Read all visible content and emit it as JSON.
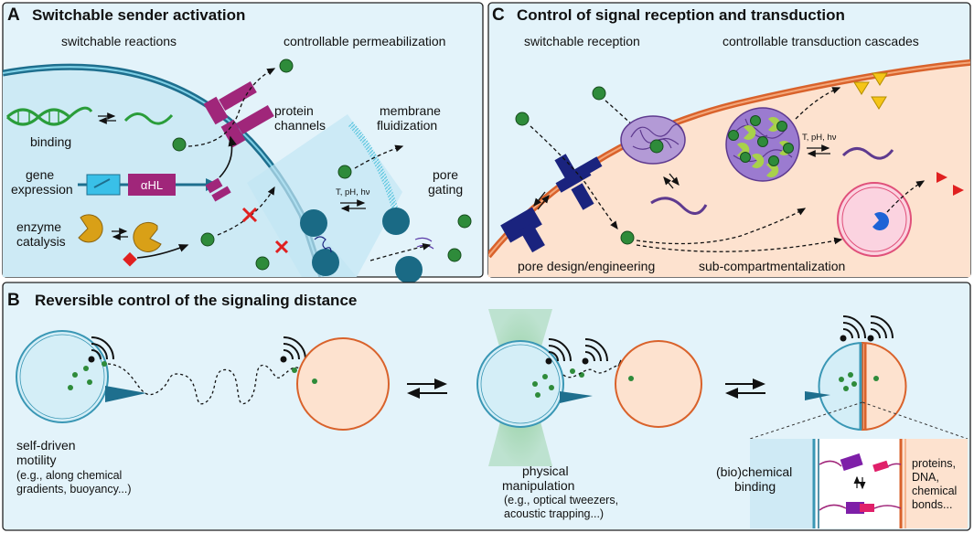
{
  "panel_a": {
    "letter": "A",
    "title": "Switchable sender activation",
    "header_left": "switchable reactions",
    "header_right": "controllable permeabilization",
    "binding": "binding",
    "gene_1": "gene",
    "gene_2": "expression",
    "ahl": "αHL",
    "enzyme_1": "enzyme",
    "enzyme_2": "catalysis",
    "protein_1": "protein",
    "protein_2": "channels",
    "membrane_1": "membrane",
    "membrane_2": "fluidization",
    "conditions": "T, pH, hν",
    "pore_1": "pore",
    "pore_2": "gating"
  },
  "panel_c": {
    "letter": "C",
    "title": "Control of signal reception and transduction",
    "header_left": "switchable reception",
    "header_right": "controllable transduction cascades",
    "conditions": "T, pH, hν",
    "pore_design": "pore design/engineering",
    "subcomp": "sub-compartmentalization"
  },
  "panel_b": {
    "letter": "B",
    "title": "Reversible control of the signaling distance",
    "motility_1": "self-driven",
    "motility_2": "motility",
    "motility_3": "(e.g., along chemical",
    "motility_4": "gradients, buoyancy...)",
    "physical_1": "physical",
    "physical_2": "manipulation",
    "physical_3": "(e.g., optical tweezers,",
    "physical_4": "acoustic trapping...)",
    "biochem_1": "(bio)chemical",
    "biochem_2": "binding",
    "proteins_1": "proteins,",
    "proteins_2": "DNA,",
    "proteins_3": "chemical",
    "proteins_4": "bonds..."
  },
  "colors": {
    "panel_bg": "#e3f3fa",
    "cell_blue": "#d8f0f8",
    "cell_peach": "#fde2cf",
    "membrane_teal": "#1e6f8e",
    "membrane_orange": "#d9622b",
    "signal_green": "#2e8b3a",
    "channel_magenta": "#a0267a",
    "receptor_navy": "#1a237e",
    "enzyme_gold": "#d9a017",
    "lime": "#a8d14b",
    "purple": "#7e3fa8",
    "yellow": "#f5c518",
    "red": "#e02020"
  }
}
